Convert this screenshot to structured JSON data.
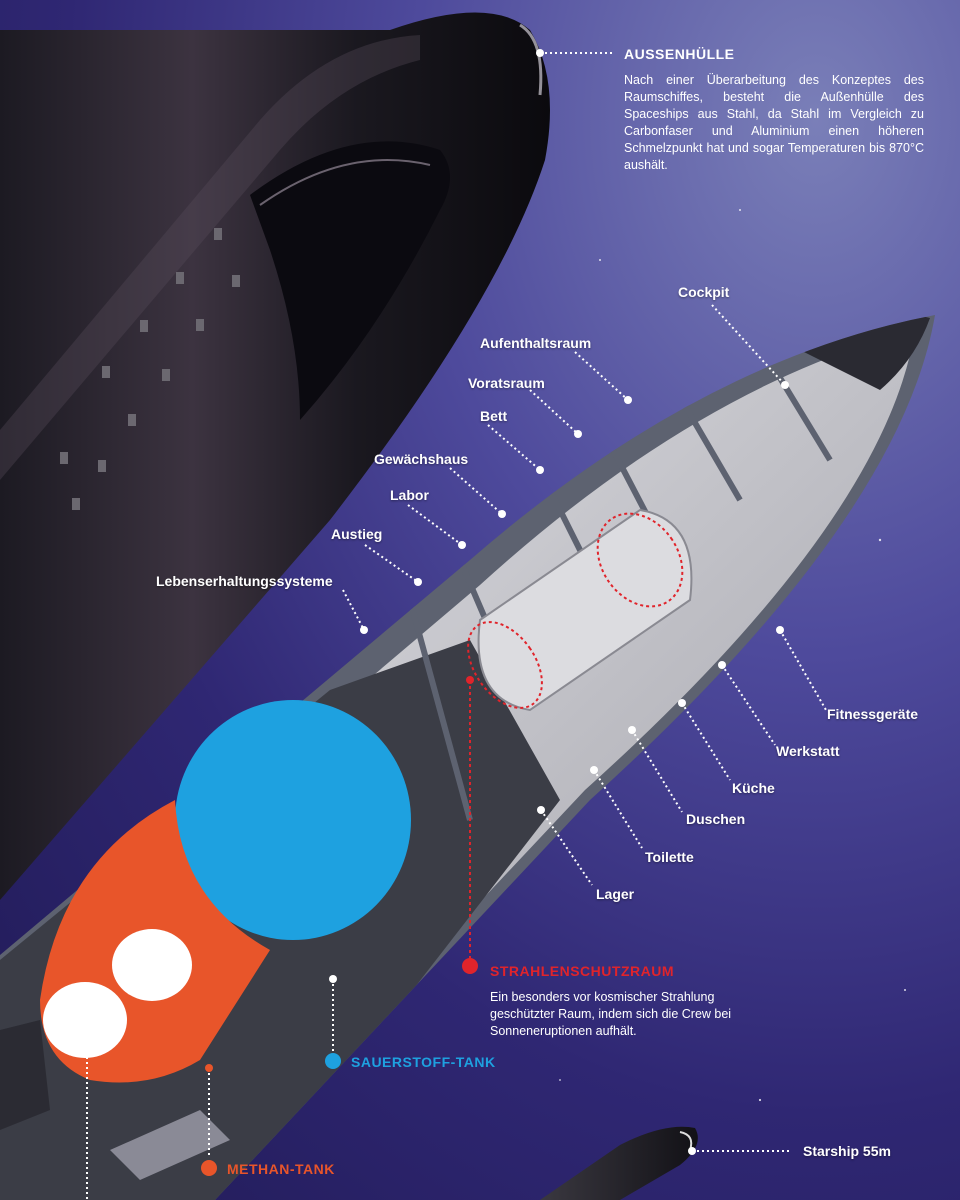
{
  "outer_hull": {
    "title": "AUSSENHÜLLE",
    "text": "Nach einer Überarbeitung des Konzeptes des Raumschiffes, besteht die Außenhülle des Spaceships aus Stahl, da Stahl im Vergleich zu Carbonfaser und Aluminium einen höheren Schmelzpunkt hat und sogar Temperaturen bis 870°C aushält."
  },
  "compartments_left": [
    "Cockpit",
    "Aufenthaltsraum",
    "Voratsraum",
    "Bett",
    "Gewächshaus",
    "Labor",
    "Austieg",
    "Lebenserhaltungssysteme"
  ],
  "compartments_right": [
    "Fitnessgeräte",
    "Werkstatt",
    "Küche",
    "Duschen",
    "Toilette",
    "Lager"
  ],
  "radiation_room": {
    "title": "STRAHLENSCHUTZRAUM",
    "text": "Ein besonders vor kosmischer Strahlung geschützter Raum, indem sich die Crew bei Sonneneruptionen aufhält."
  },
  "oxygen_tank": {
    "title": "SAUERSTOFF-TANK"
  },
  "methane_tank": {
    "title": "METHAN-TANK"
  },
  "scale_label": "Starship 55m",
  "colors": {
    "radiation": "#e0242b",
    "oxygen": "#1ea1e0",
    "methane": "#e8552a",
    "label": "#ffffff"
  }
}
